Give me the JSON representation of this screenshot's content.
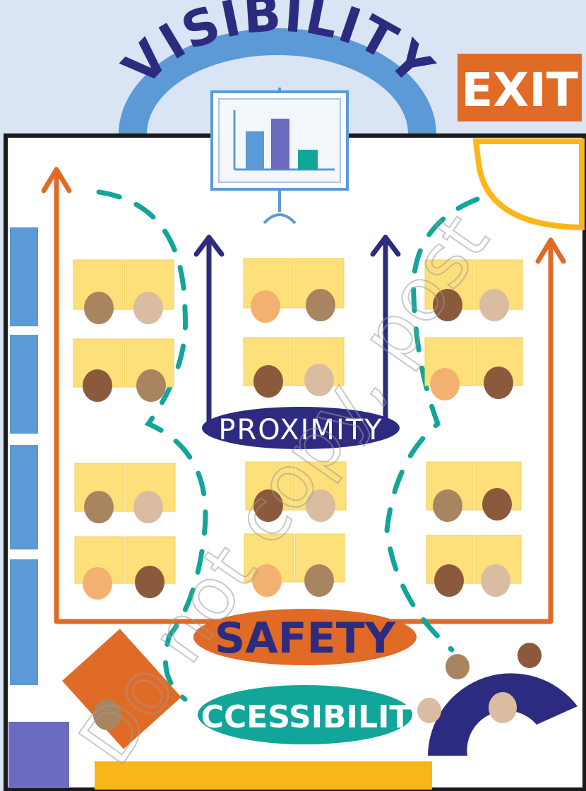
{
  "labels": {
    "visibility": "VISIBILITY",
    "exit": "EXIT",
    "proximity": "PROXIMITY",
    "safety": "SAFETY",
    "accessibility": "ACCESSIBILITY",
    "watermark": "Do not copy, post"
  },
  "colors": {
    "background": "#d9e4f4",
    "room_floor": "#ffffff",
    "wall": "#1a1a1a",
    "visibility_arc": "#5b9ad6",
    "exit_sign": "#e06b26",
    "desk": "#fde07a",
    "desk_edge": "#f2cf5b",
    "path_arrow_orange": "#e06b26",
    "proximity_navy": "#2d2b80",
    "dashed_teal": "#12a59a",
    "accessibility_teal": "#12a59a",
    "door_yellow": "#fbb619",
    "window_blue": "#5b9ad6",
    "skin_tones": [
      "#a88560",
      "#d9bca1",
      "#8b5a3c",
      "#f4b070"
    ]
  },
  "icons": [
    "projector-screen-icon",
    "bar-chart-icon",
    "person-icon",
    "door-swing-icon"
  ]
}
